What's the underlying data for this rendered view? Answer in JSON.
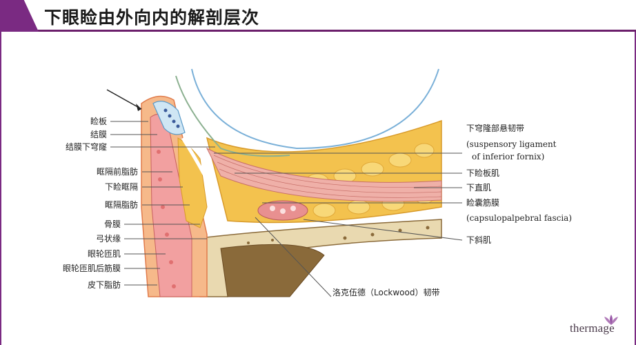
{
  "title": "下眼睑由外向内的解剖层次",
  "left_labels": [
    "睑板",
    "结膜",
    "结膜下穹窿",
    "眶隔前脂肪",
    "下睑眶隔",
    "眶隔脂肪",
    "骨膜",
    "弓状缘",
    "眼轮匝肌",
    "眼轮匝肌后筋膜",
    "皮下脂肪"
  ],
  "right_labels": {
    "suspensory": [
      "下穹隆部悬韧带",
      "(suspensory ligament",
      "of inferior fornix)"
    ],
    "tarsal_muscle": "下睑板肌",
    "rectus": "下直肌",
    "capsulo": [
      "睑囊筋膜",
      "(capsulopalpebral fascia)"
    ],
    "oblique": "下斜肌"
  },
  "bottom_label": "洛克伍德（Lockwood）韧带",
  "logo": "thermage",
  "colors": {
    "accent": "#7a2a82",
    "fat": "#f3c24e",
    "skin": "#f6b98a",
    "muscle": "#e8a0a0",
    "bone": "#8a6a3a"
  }
}
